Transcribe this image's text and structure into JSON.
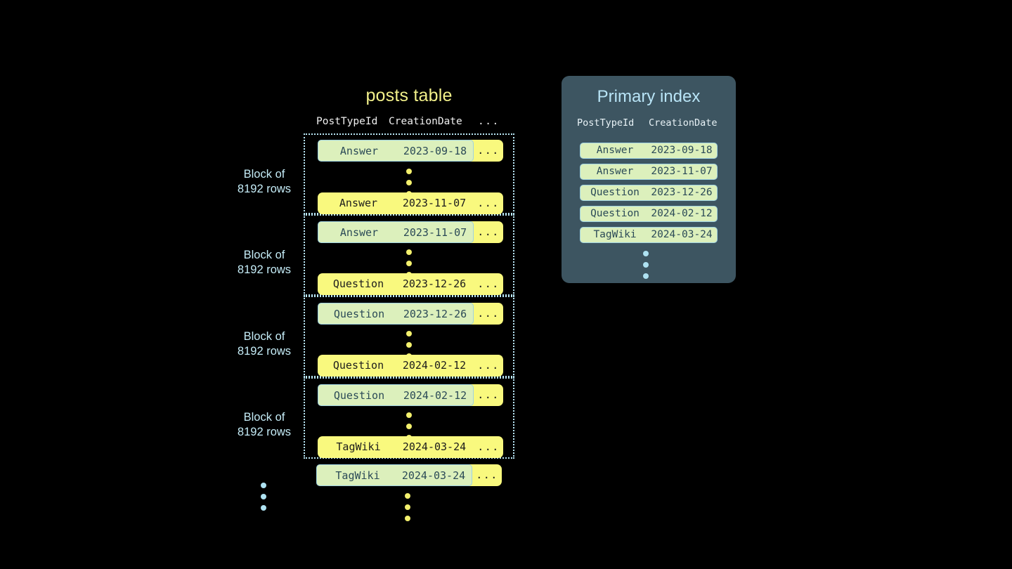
{
  "canvas": {
    "background": "#000000"
  },
  "colors": {
    "row_yellow": "#f9f97e",
    "highlight_green": "#dcf0bc",
    "highlight_border": "#9fd2e2",
    "block_border": "#b9e6f5",
    "panel_slate": "#3d5561",
    "title_yellow": "#f2f08a",
    "label_blue": "#c5ecf7",
    "dot_yellow": "#f3f06d",
    "dot_blue": "#aee2f2",
    "mono_dark_text": "#1c1c1c",
    "mono_slate_text": "#2b4a57"
  },
  "posts_table": {
    "title": "posts table",
    "columns": [
      "PostTypeId",
      "CreationDate",
      "..."
    ],
    "ellipsis_cell": "...",
    "blocks": [
      {
        "label_line1": "Block of",
        "label_line2": "8192 rows",
        "first_row": {
          "post_type_id": "Answer",
          "creation_date": "2023-09-18",
          "more": "...",
          "highlighted": true
        },
        "last_row": {
          "post_type_id": "Answer",
          "creation_date": "2023-11-07",
          "more": "...",
          "highlighted": false
        }
      },
      {
        "label_line1": "Block of",
        "label_line2": "8192 rows",
        "first_row": {
          "post_type_id": "Answer",
          "creation_date": "2023-11-07",
          "more": "...",
          "highlighted": true
        },
        "last_row": {
          "post_type_id": "Question",
          "creation_date": "2023-12-26",
          "more": "...",
          "highlighted": false
        }
      },
      {
        "label_line1": "Block of",
        "label_line2": "8192 rows",
        "first_row": {
          "post_type_id": "Question",
          "creation_date": "2023-12-26",
          "more": "...",
          "highlighted": true
        },
        "last_row": {
          "post_type_id": "Question",
          "creation_date": "2024-02-12",
          "more": "...",
          "highlighted": false
        }
      },
      {
        "label_line1": "Block of",
        "label_line2": "8192 rows",
        "first_row": {
          "post_type_id": "Question",
          "creation_date": "2024-02-12",
          "more": "...",
          "highlighted": true
        },
        "last_row": {
          "post_type_id": "TagWiki",
          "creation_date": "2024-03-24",
          "more": "...",
          "highlighted": false
        }
      }
    ],
    "trailing_row": {
      "post_type_id": "TagWiki",
      "creation_date": "2024-03-24",
      "more": "...",
      "highlighted": true
    }
  },
  "primary_index": {
    "title": "Primary index",
    "columns": [
      "PostTypeId",
      "CreationDate"
    ],
    "rows": [
      {
        "post_type_id": "Answer",
        "creation_date": "2023-09-18"
      },
      {
        "post_type_id": "Answer",
        "creation_date": "2023-11-07"
      },
      {
        "post_type_id": "Question",
        "creation_date": "2023-12-26"
      },
      {
        "post_type_id": "Question",
        "creation_date": "2024-02-12"
      },
      {
        "post_type_id": "TagWiki",
        "creation_date": "2024-03-24"
      }
    ]
  }
}
